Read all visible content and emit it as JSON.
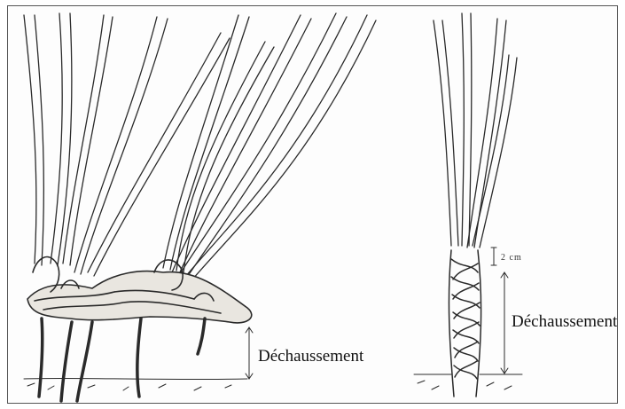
{
  "labels": {
    "left_depth": "Déchaussement",
    "right_depth": "Déchaussement",
    "right_small": "2 cm"
  },
  "colors": {
    "ink": "#2a2a2a",
    "frame": "#555555",
    "soil": "#d9d4c8"
  }
}
